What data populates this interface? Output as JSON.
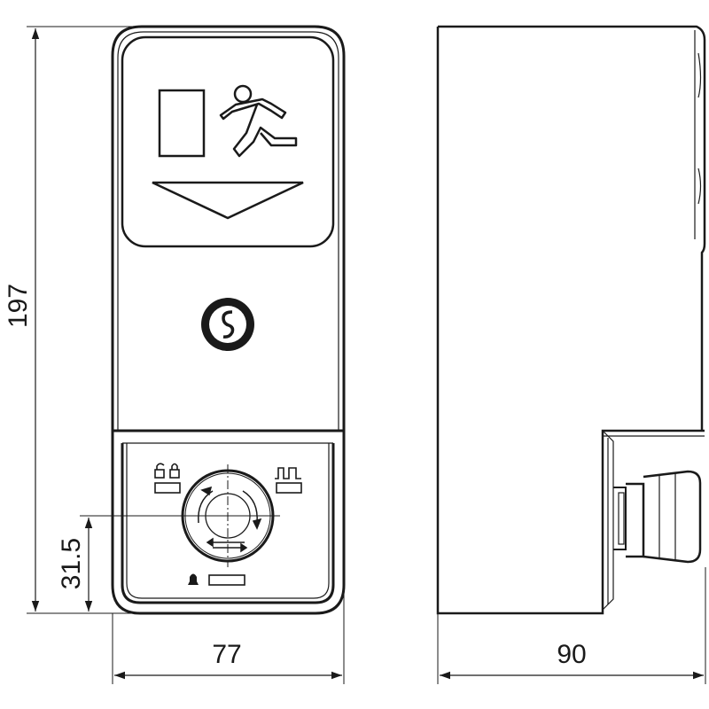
{
  "dimensions": {
    "height_total": "197",
    "button_height": "31.5",
    "front_width": "77",
    "depth": "90"
  },
  "colors": {
    "line": "#1a1a1a",
    "background": "#ffffff"
  },
  "icons": {
    "exit_sign": "running-man-icon",
    "door": "door-icon",
    "arrow": "down-arrow-icon",
    "key": "key-switch-icon",
    "unlock": "padlock-icon",
    "pulse": "pulse-signal-icon",
    "bell": "bell-icon",
    "rotate": "rotate-arrows-icon"
  }
}
